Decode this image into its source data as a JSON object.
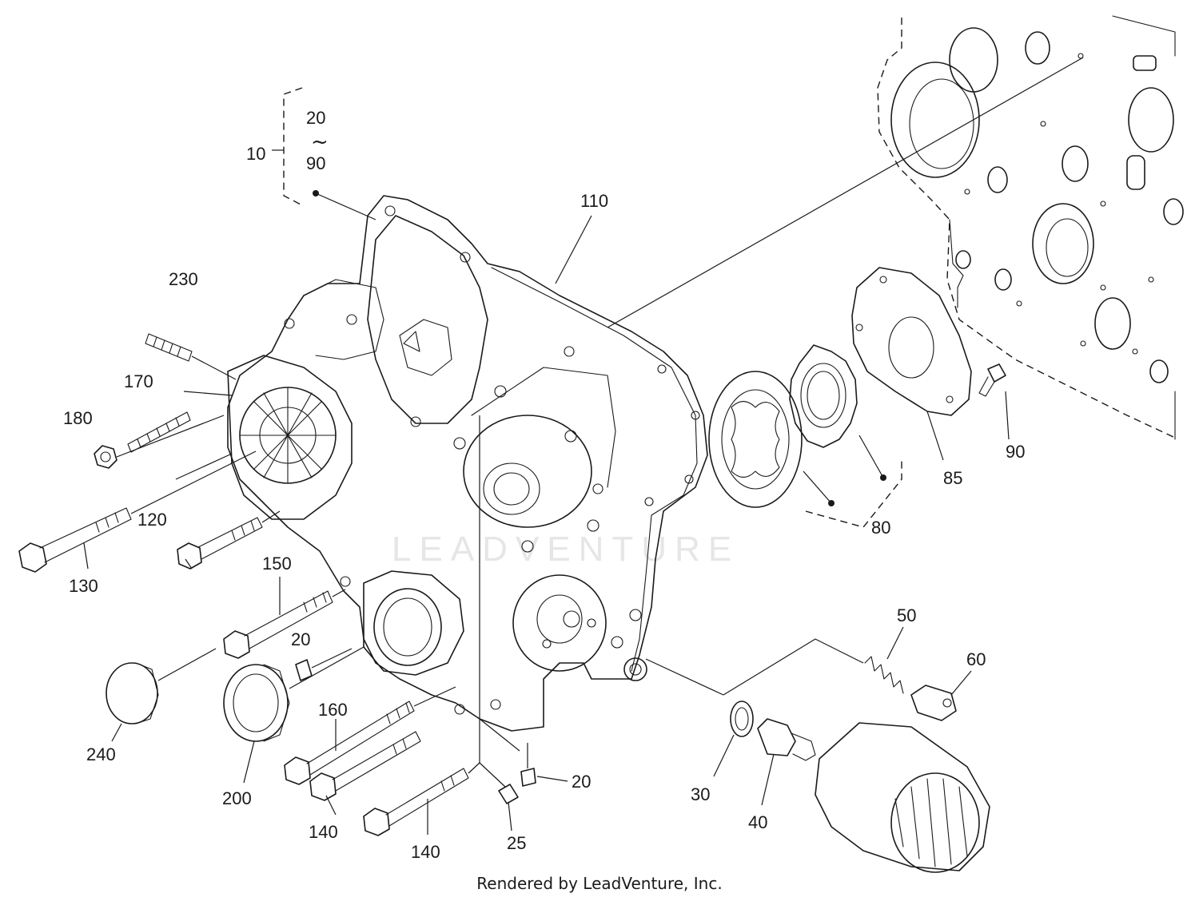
{
  "diagram": {
    "watermark": "LEADVENTURE",
    "callouts": {
      "c10": "10",
      "c10_range_from": "20",
      "c10_range_sep": "~",
      "c10_range_to": "90",
      "c20a": "20",
      "c20b": "20",
      "c25": "25",
      "c30": "30",
      "c40": "40",
      "c50": "50",
      "c60": "60",
      "c80": "80",
      "c85": "85",
      "c90": "90",
      "c110": "110",
      "c120": "120",
      "c130": "130",
      "c140a": "140",
      "c140b": "140",
      "c150": "150",
      "c160": "160",
      "c170": "170",
      "c180": "180",
      "c200": "200",
      "c230": "230",
      "c240": "240"
    }
  },
  "footer": {
    "text": "Rendered by LeadVenture, Inc."
  }
}
